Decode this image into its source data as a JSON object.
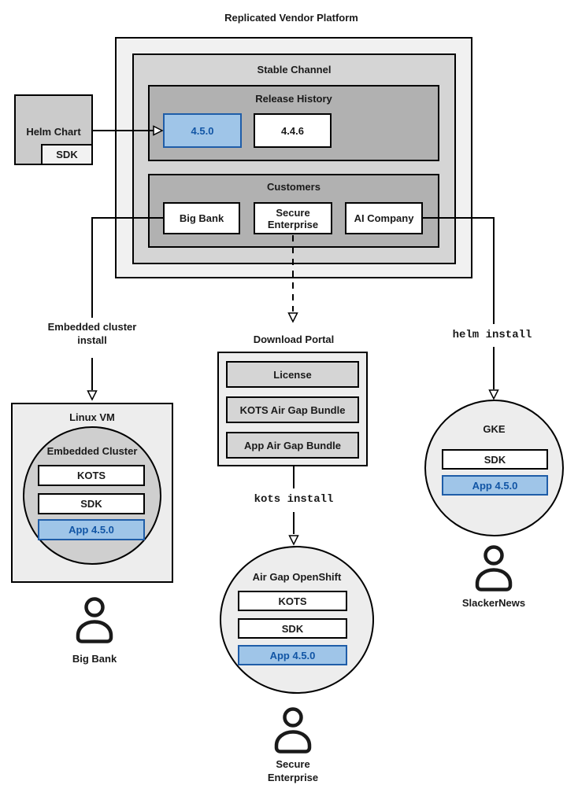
{
  "title": "Replicated Vendor Platform",
  "platform": {
    "stable_channel_title": "Stable Channel",
    "release_history": {
      "title": "Release History",
      "current": "4.5.0",
      "previous": "4.4.6"
    },
    "customers": {
      "title": "Customers",
      "items": [
        "Big Bank",
        "Secure Enterprise",
        "AI Company"
      ]
    }
  },
  "helm_chart": {
    "label": "Helm Chart",
    "sdk": "SDK"
  },
  "labels": {
    "embedded_install": "Embedded cluster install",
    "helm_install": "helm install",
    "kots_install": "kots install"
  },
  "download_portal": {
    "title": "Download Portal",
    "items": [
      "License",
      "KOTS Air Gap Bundle",
      "App Air Gap Bundle"
    ]
  },
  "linux_vm": {
    "title": "Linux VM",
    "cluster_title": "Embedded Cluster",
    "kots": "KOTS",
    "sdk": "SDK",
    "app": "App 4.5.0"
  },
  "air_gap_openshift": {
    "title": "Air Gap OpenShift",
    "kots": "KOTS",
    "sdk": "SDK",
    "app": "App 4.5.0"
  },
  "gke": {
    "title": "GKE",
    "sdk": "SDK",
    "app": "App 4.5.0"
  },
  "users": {
    "big_bank": "Big Bank",
    "secure_enterprise": "Secure Enterprise",
    "slackernews": "SlackerNews"
  },
  "colors": {
    "highlight_fill": "#9fc5e8",
    "highlight_border": "#1f5da8",
    "highlight_text": "#1155a5"
  }
}
